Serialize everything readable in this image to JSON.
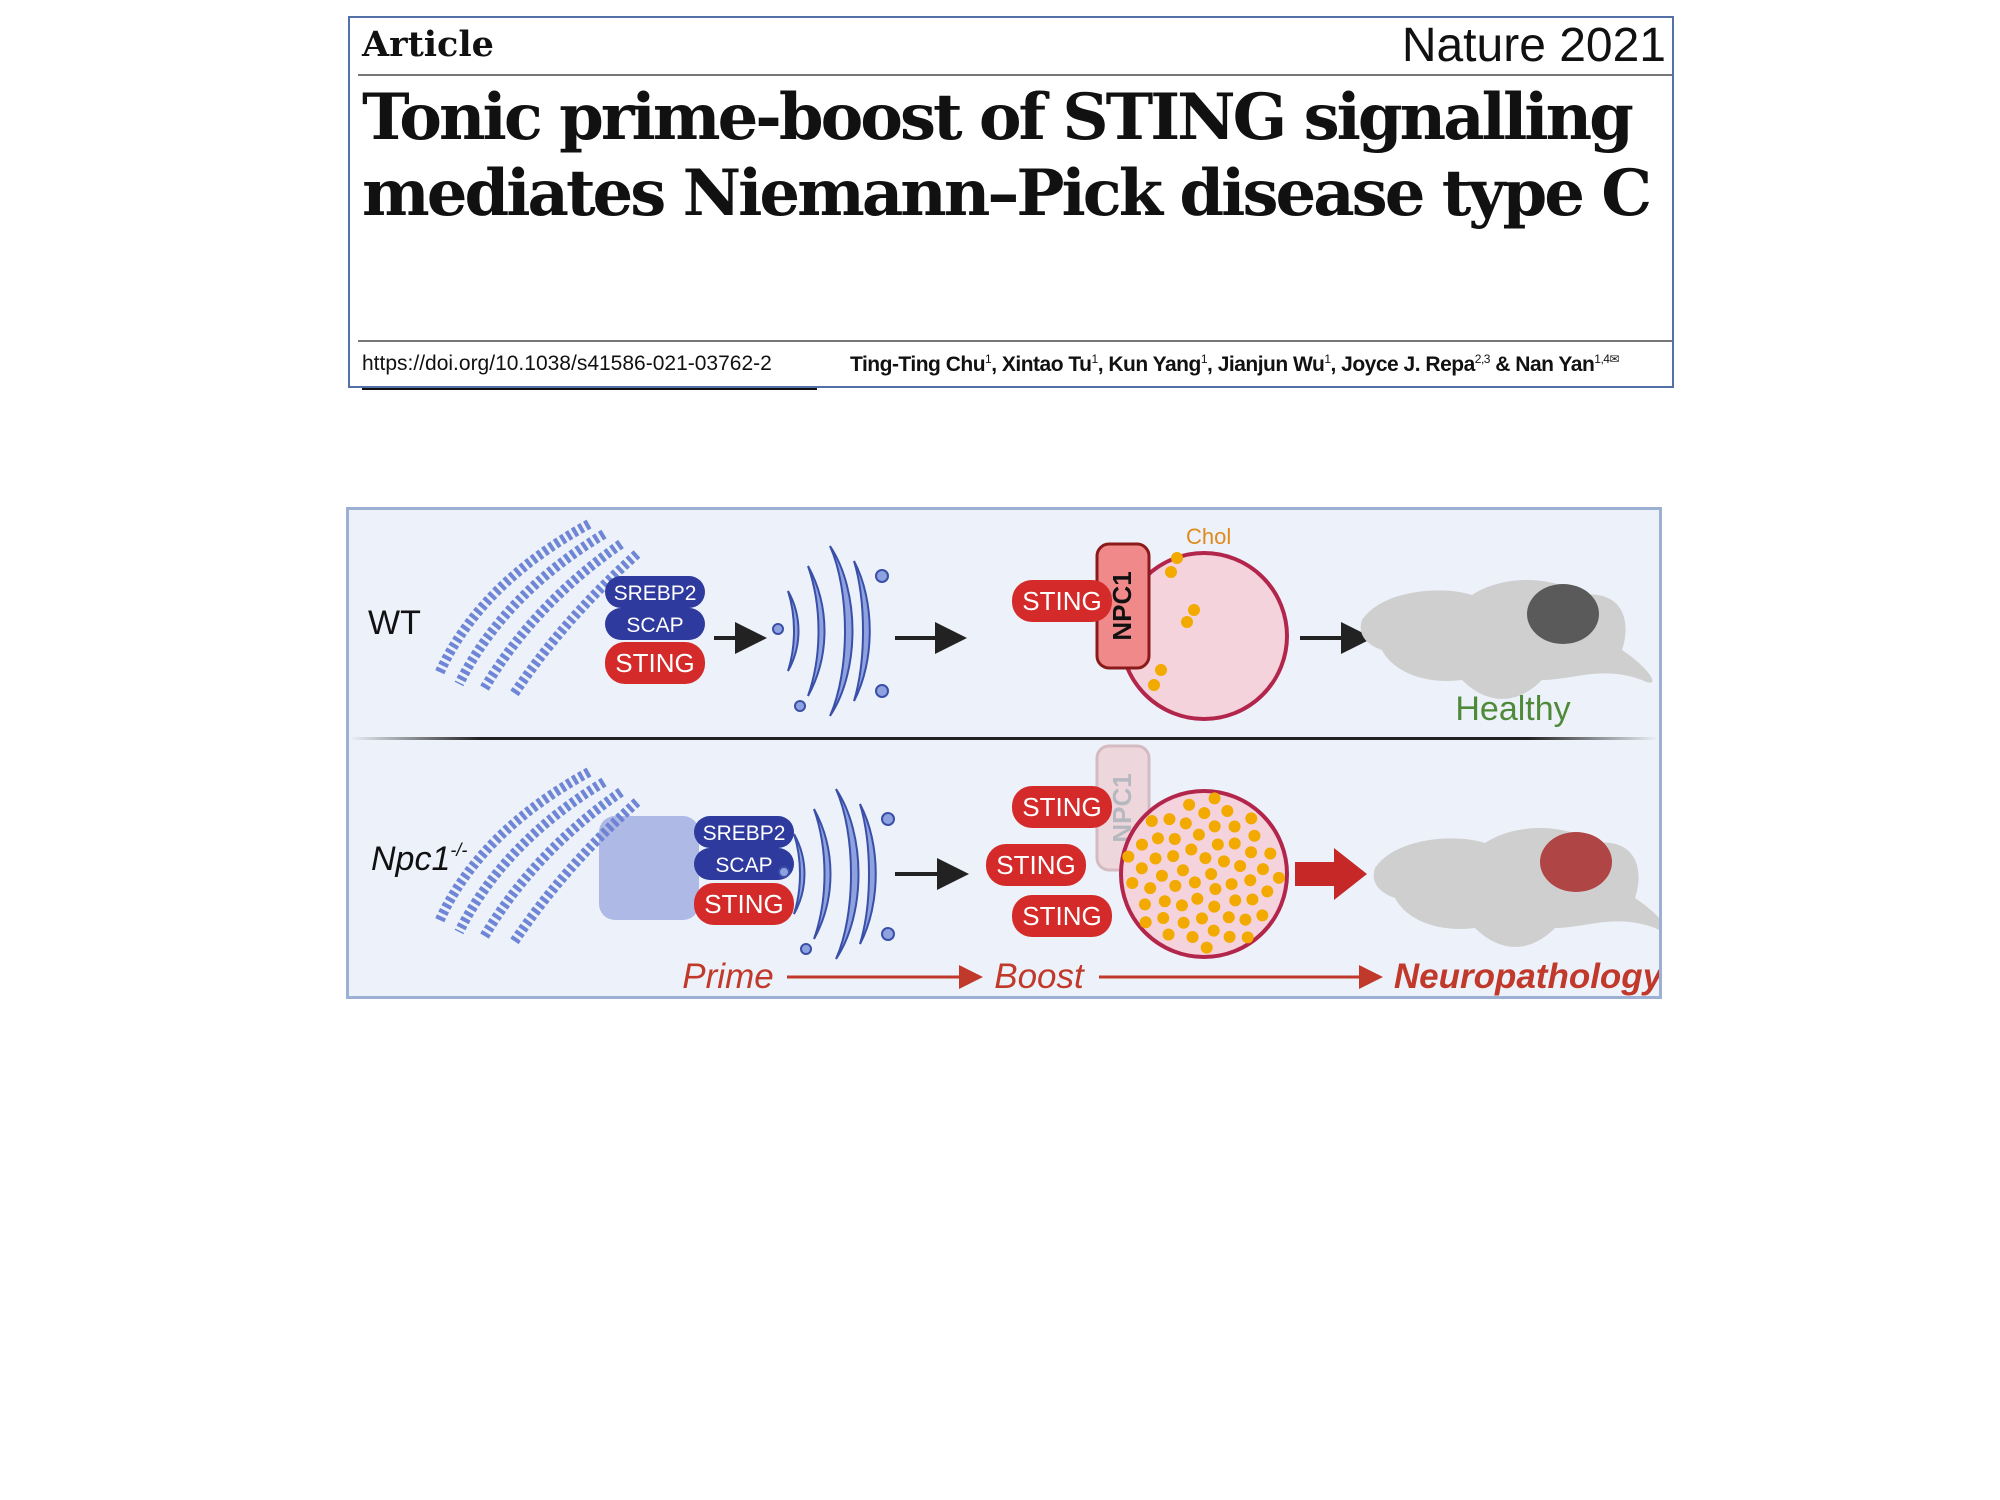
{
  "header": {
    "section": "Article",
    "journal": "Nature 2021",
    "title_line1": "Tonic prime-boost of STING signalling",
    "title_line2": "mediates Niemann–Pick disease type C",
    "doi": "https://doi.org/10.1038/s41586-021-03762-2",
    "authors": [
      {
        "name": "Ting-Ting Chu",
        "aff": "1",
        "sep": ", "
      },
      {
        "name": "Xintao Tu",
        "aff": "1",
        "sep": ", "
      },
      {
        "name": "Kun Yang",
        "aff": "1",
        "sep": ", "
      },
      {
        "name": "Jianjun Wu",
        "aff": "1",
        "sep": ", "
      },
      {
        "name": "Joyce J. Repa",
        "aff": "2,3",
        "sep": " & "
      },
      {
        "name": "Nan Yan",
        "aff": "1,4",
        "sep": ""
      }
    ],
    "email_icon": "envelope-icon"
  },
  "figure": {
    "wt_label": "WT",
    "mutant_label": "Npc1",
    "mutant_superscript": "-/-",
    "srebp2": "SREBP2",
    "scap": "SCAP",
    "sting": "STING",
    "npc1": "NPC1",
    "chol": "Chol",
    "healthy": "Healthy",
    "prime": "Prime",
    "boost": "Boost",
    "neuropathology": "Neuropathology",
    "colors": {
      "sting": "#d42a2a",
      "srebp": "#2f3a9e",
      "golgi": "#8ea2e0",
      "lysosome": "#f5d3dc",
      "healthy": "#4f8a3a",
      "prime": "#c0392b",
      "chol": "#f2a900"
    }
  }
}
